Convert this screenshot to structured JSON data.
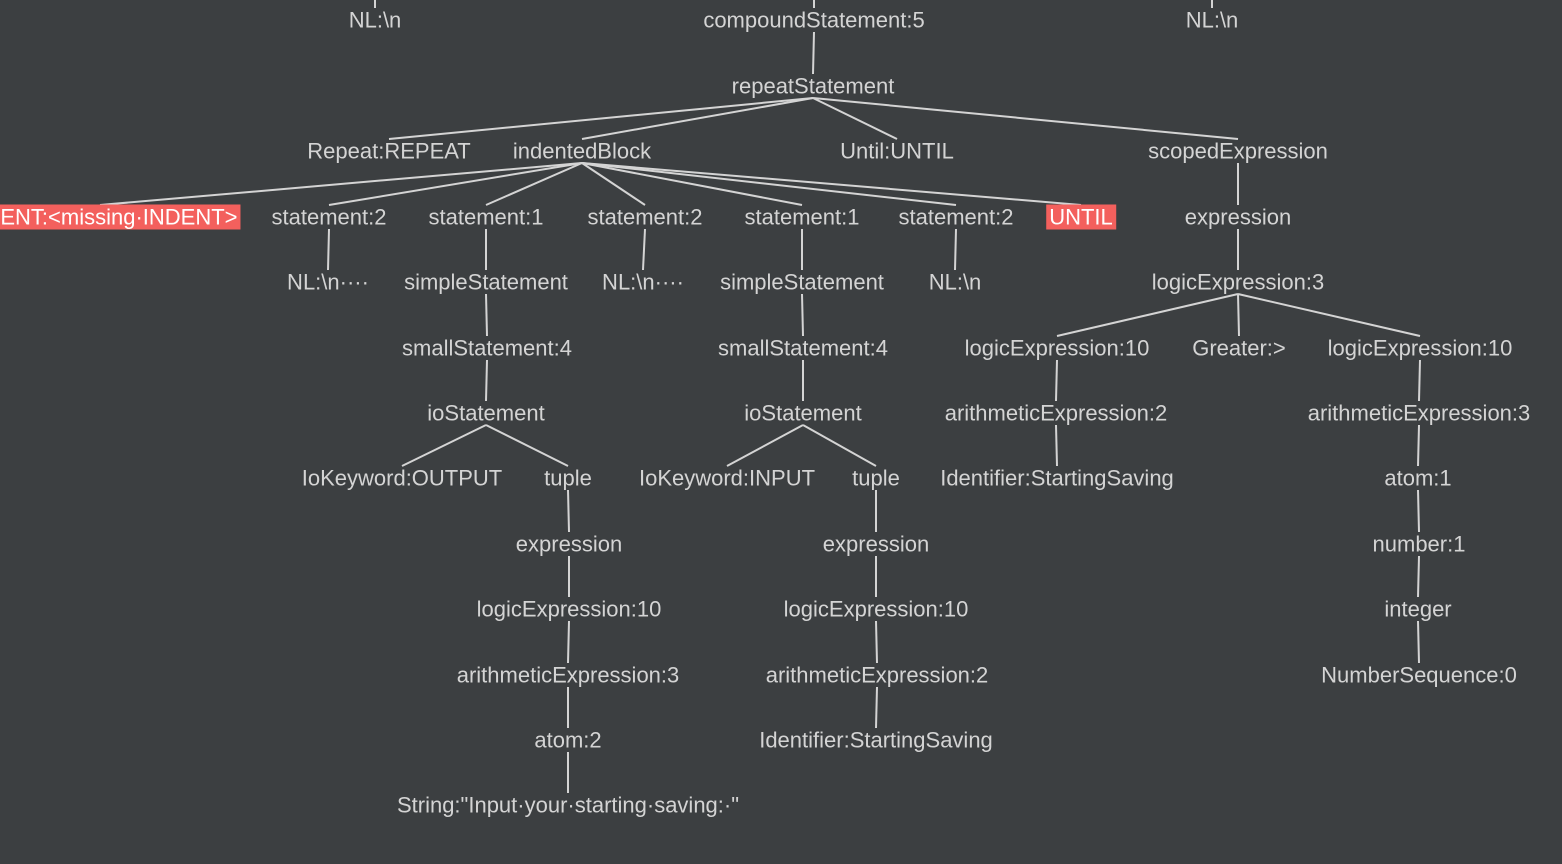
{
  "colors": {
    "background": "#3c3f41",
    "node_text": "#d4d4d4",
    "edge": "#d4d4d4",
    "error_background": "#f3605d",
    "error_text": "#ffffff"
  },
  "nodes": [
    {
      "id": "n0",
      "label": "NL:\\n"
    },
    {
      "id": "n1",
      "label": "compoundStatement:5"
    },
    {
      "id": "n2",
      "label": "NL:\\n"
    },
    {
      "id": "n3",
      "label": "repeatStatement"
    },
    {
      "id": "n4",
      "label": "Repeat:REPEAT"
    },
    {
      "id": "n5",
      "label": "indentedBlock"
    },
    {
      "id": "n6",
      "label": "Until:UNTIL"
    },
    {
      "id": "n7",
      "label": "scopedExpression"
    },
    {
      "id": "n8",
      "label": "INDENT:<missing·INDENT>",
      "error": true
    },
    {
      "id": "n9",
      "label": "statement:2"
    },
    {
      "id": "n10",
      "label": "statement:1"
    },
    {
      "id": "n11",
      "label": "statement:2"
    },
    {
      "id": "n12",
      "label": "statement:1"
    },
    {
      "id": "n13",
      "label": "statement:2"
    },
    {
      "id": "n14",
      "label": "UNTIL",
      "error": true
    },
    {
      "id": "n15",
      "label": "expression"
    },
    {
      "id": "n16",
      "label": "NL:\\n····"
    },
    {
      "id": "n17",
      "label": "simpleStatement"
    },
    {
      "id": "n18",
      "label": "NL:\\n····"
    },
    {
      "id": "n19",
      "label": "simpleStatement"
    },
    {
      "id": "n20",
      "label": "NL:\\n"
    },
    {
      "id": "n21",
      "label": "logicExpression:3"
    },
    {
      "id": "n22",
      "label": "smallStatement:4"
    },
    {
      "id": "n23",
      "label": "smallStatement:4"
    },
    {
      "id": "n24",
      "label": "logicExpression:10"
    },
    {
      "id": "n25",
      "label": "Greater:>"
    },
    {
      "id": "n26",
      "label": "logicExpression:10"
    },
    {
      "id": "n27",
      "label": "ioStatement"
    },
    {
      "id": "n28",
      "label": "ioStatement"
    },
    {
      "id": "n29",
      "label": "arithmeticExpression:2"
    },
    {
      "id": "n30",
      "label": "arithmeticExpression:3"
    },
    {
      "id": "n31",
      "label": "IoKeyword:OUTPUT"
    },
    {
      "id": "n32",
      "label": "tuple"
    },
    {
      "id": "n33",
      "label": "IoKeyword:INPUT"
    },
    {
      "id": "n34",
      "label": "tuple"
    },
    {
      "id": "n35",
      "label": "Identifier:StartingSaving"
    },
    {
      "id": "n36",
      "label": "atom:1"
    },
    {
      "id": "n37",
      "label": "expression"
    },
    {
      "id": "n38",
      "label": "expression"
    },
    {
      "id": "n39",
      "label": "number:1"
    },
    {
      "id": "n40",
      "label": "logicExpression:10"
    },
    {
      "id": "n41",
      "label": "logicExpression:10"
    },
    {
      "id": "n42",
      "label": "integer"
    },
    {
      "id": "n43",
      "label": "arithmeticExpression:3"
    },
    {
      "id": "n44",
      "label": "arithmeticExpression:2"
    },
    {
      "id": "n45",
      "label": "NumberSequence:0"
    },
    {
      "id": "n46",
      "label": "atom:2"
    },
    {
      "id": "n47",
      "label": "Identifier:StartingSaving"
    },
    {
      "id": "n48",
      "label": "String:\"Input·your·starting·saving:·\""
    }
  ],
  "edges": [
    [
      "n1",
      "n3"
    ],
    [
      "n3",
      "n4"
    ],
    [
      "n3",
      "n5"
    ],
    [
      "n3",
      "n6"
    ],
    [
      "n3",
      "n7"
    ],
    [
      "n5",
      "n8"
    ],
    [
      "n5",
      "n9"
    ],
    [
      "n5",
      "n10"
    ],
    [
      "n5",
      "n11"
    ],
    [
      "n5",
      "n12"
    ],
    [
      "n5",
      "n13"
    ],
    [
      "n5",
      "n14"
    ],
    [
      "n7",
      "n15"
    ],
    [
      "n9",
      "n16"
    ],
    [
      "n10",
      "n17"
    ],
    [
      "n11",
      "n18"
    ],
    [
      "n12",
      "n19"
    ],
    [
      "n13",
      "n20"
    ],
    [
      "n15",
      "n21"
    ],
    [
      "n17",
      "n22"
    ],
    [
      "n19",
      "n23"
    ],
    [
      "n21",
      "n24"
    ],
    [
      "n21",
      "n25"
    ],
    [
      "n21",
      "n26"
    ],
    [
      "n22",
      "n27"
    ],
    [
      "n23",
      "n28"
    ],
    [
      "n24",
      "n29"
    ],
    [
      "n26",
      "n30"
    ],
    [
      "n27",
      "n31"
    ],
    [
      "n27",
      "n32"
    ],
    [
      "n28",
      "n33"
    ],
    [
      "n28",
      "n34"
    ],
    [
      "n29",
      "n35"
    ],
    [
      "n30",
      "n36"
    ],
    [
      "n32",
      "n37"
    ],
    [
      "n34",
      "n38"
    ],
    [
      "n36",
      "n39"
    ],
    [
      "n37",
      "n40"
    ],
    [
      "n38",
      "n41"
    ],
    [
      "n39",
      "n42"
    ],
    [
      "n40",
      "n43"
    ],
    [
      "n41",
      "n44"
    ],
    [
      "n42",
      "n45"
    ],
    [
      "n43",
      "n46"
    ],
    [
      "n44",
      "n47"
    ],
    [
      "n46",
      "n48"
    ]
  ]
}
